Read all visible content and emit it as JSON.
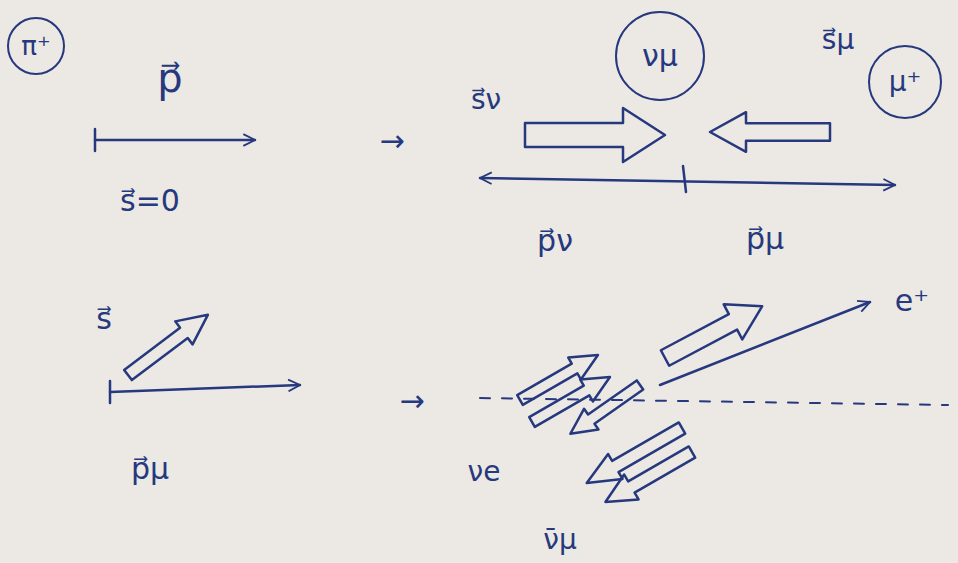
{
  "diagram": {
    "nodes": [
      {
        "text": [
          "π⁺"
        ]
      },
      {
        "text": [
          "νμ"
        ]
      },
      {
        "text": [
          "μ⁺"
        ]
      }
    ],
    "labels": [
      "p⃗",
      "s⃗=0",
      "→",
      "s⃗ν",
      "s⃗μ",
      "p⃗ν",
      "p⃗μ",
      "s⃗",
      "p⃗μ",
      "→",
      "e⁺",
      "νe",
      "ν̄μ"
    ]
  }
}
